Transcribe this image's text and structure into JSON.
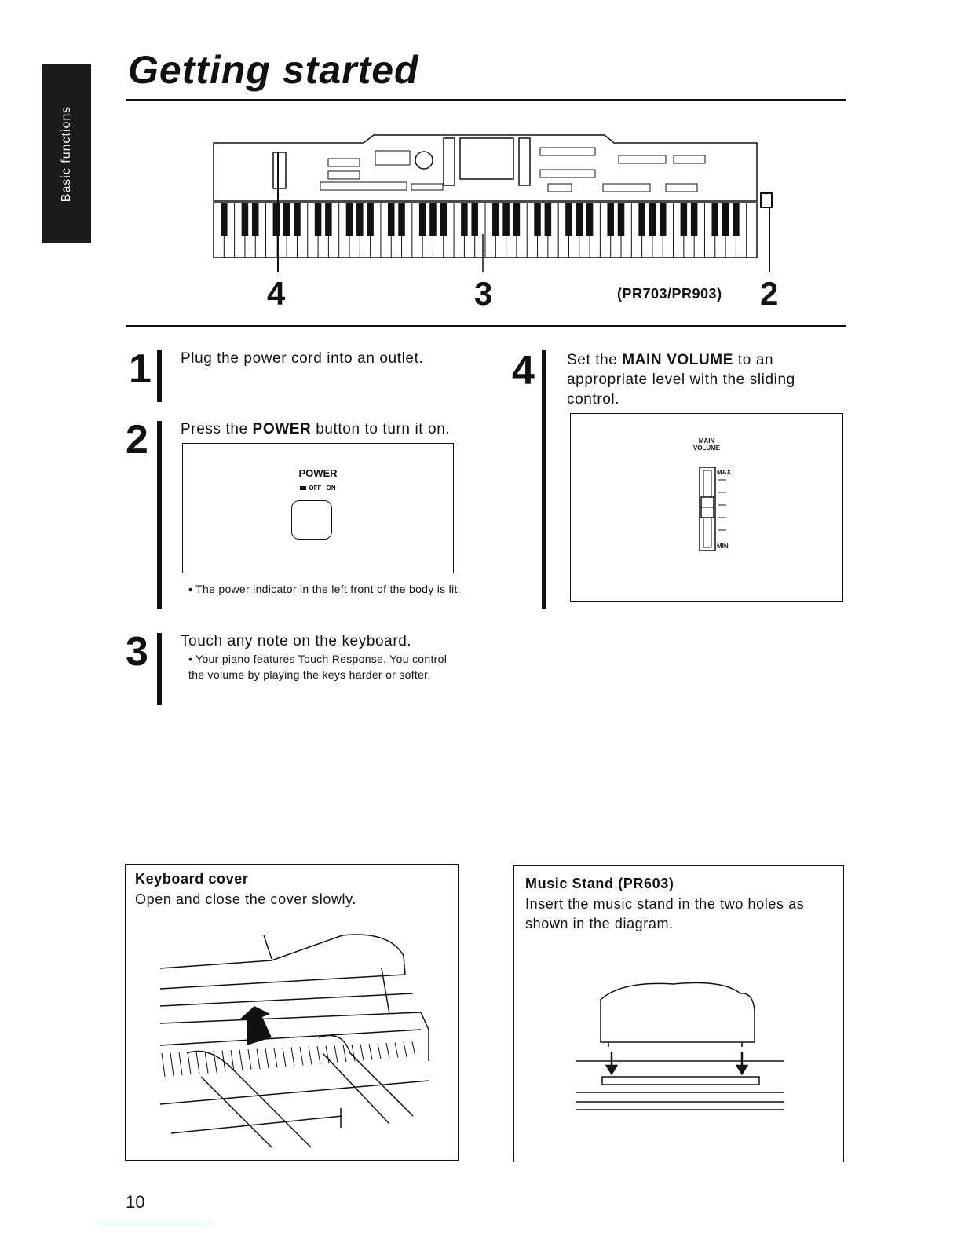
{
  "sidebar": {
    "tab_label": "Basic functions"
  },
  "header": {
    "title": "Getting started"
  },
  "hero": {
    "callout_left": "4",
    "callout_center": "3",
    "callout_right": "2",
    "model_label": "(PR703/PR903)"
  },
  "steps": [
    {
      "number": "1",
      "text": "Plug the power cord into an outlet."
    },
    {
      "number": "2",
      "text_before": "Press the ",
      "text_bold": "POWER",
      "text_after": " button to turn it on.",
      "figure": {
        "title": "POWER",
        "states": "OFF ON"
      },
      "note": "• The power indicator in the left front of the body is lit."
    },
    {
      "number": "3",
      "text": "Touch any note on the keyboard.",
      "note": "• Your piano features Touch Response. You control the volume by playing the keys harder or softer."
    },
    {
      "number": "4",
      "text_before": "Set the ",
      "text_bold": "MAIN VOLUME",
      "text_after": " to an appropriate level with the sliding control.",
      "figure": {
        "title_line1": "MAIN",
        "title_line2": "VOLUME",
        "max": "MAX",
        "min": "MIN"
      }
    }
  ],
  "boxes": {
    "keyboard_cover": {
      "title": "Keyboard cover",
      "text": "Open and close the cover slowly."
    },
    "music_stand": {
      "title": "Music Stand (PR603)",
      "text": "Insert the music stand in the two holes as shown in the diagram."
    }
  },
  "footer": {
    "page_number": "10"
  }
}
